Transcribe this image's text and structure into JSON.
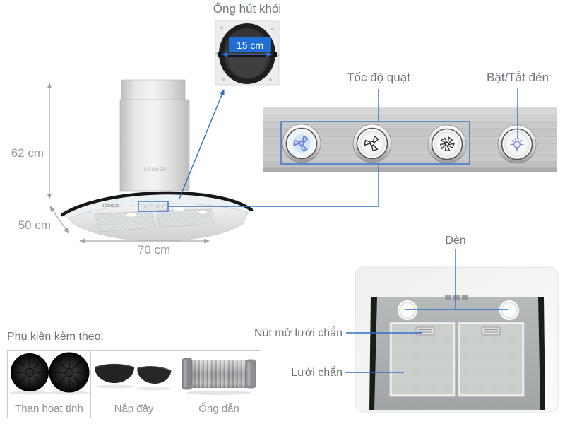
{
  "colors": {
    "accent": "#2E71C9",
    "badge_bg": "#1F6ED4",
    "label_text": "#6D767D",
    "dim_text": "#95989B",
    "panel_steel": "#C6C6C6"
  },
  "duct": {
    "label": "Ống hút khói",
    "diameter": "15 cm"
  },
  "dimensions": {
    "height": "62 cm",
    "depth": "50 cm",
    "width": "70 cm"
  },
  "hood": {
    "brand": "KOCHER"
  },
  "control_panel": {
    "fan_label": "Tốc độ quạt",
    "light_label": "Bật/Tắt đèn",
    "buttons": [
      {
        "icon": "fan-speed-1-icon"
      },
      {
        "icon": "fan-speed-2-icon"
      },
      {
        "icon": "fan-speed-3-icon"
      },
      {
        "icon": "light-bulb-icon"
      }
    ]
  },
  "underside": {
    "light_label": "Đèn",
    "filter_release_label": "Nút mở lưới chắn",
    "filter_label": "Lưới chắn"
  },
  "accessories": {
    "title": "Phụ kiện kèm theo:",
    "items": [
      {
        "icon": "charcoal-filters-icon",
        "label": "Than hoạt tính"
      },
      {
        "icon": "caps-icon",
        "label": "Nắp đậy"
      },
      {
        "icon": "duct-tube-icon",
        "label": "Ống dẫn"
      }
    ]
  }
}
